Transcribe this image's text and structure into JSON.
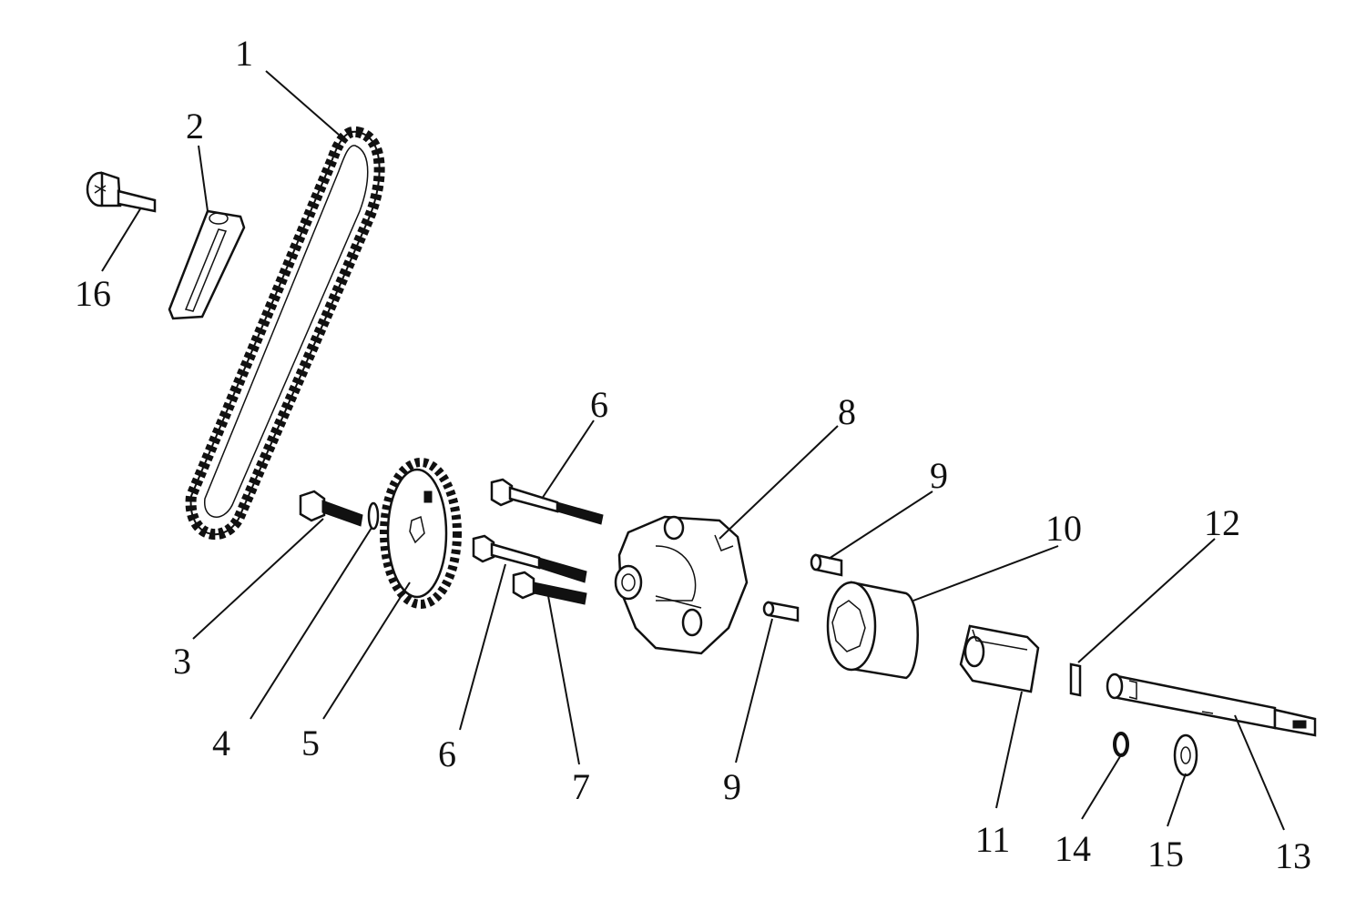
{
  "diagram": {
    "callouts": [
      {
        "id": "callout-1",
        "text": "1"
      },
      {
        "id": "callout-2",
        "text": "2"
      },
      {
        "id": "callout-16",
        "text": "16"
      },
      {
        "id": "callout-3",
        "text": "3"
      },
      {
        "id": "callout-4",
        "text": "4"
      },
      {
        "id": "callout-5",
        "text": "5"
      },
      {
        "id": "callout-6a",
        "text": "6"
      },
      {
        "id": "callout-6b",
        "text": "6"
      },
      {
        "id": "callout-7",
        "text": "7"
      },
      {
        "id": "callout-8",
        "text": "8"
      },
      {
        "id": "callout-9a",
        "text": "9"
      },
      {
        "id": "callout-9b",
        "text": "9"
      },
      {
        "id": "callout-10",
        "text": "10"
      },
      {
        "id": "callout-11",
        "text": "11"
      },
      {
        "id": "callout-12",
        "text": "12"
      },
      {
        "id": "callout-13",
        "text": "13"
      },
      {
        "id": "callout-14",
        "text": "14"
      },
      {
        "id": "callout-15",
        "text": "15"
      }
    ]
  }
}
